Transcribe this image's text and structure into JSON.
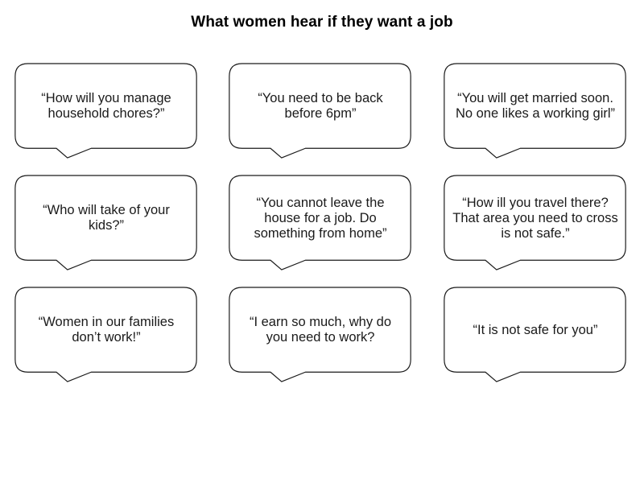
{
  "title": "What women hear if they want a job",
  "bubbles": [
    {
      "text": "“How will you manage household chores?”"
    },
    {
      "text": "“You need to be back before 6pm”"
    },
    {
      "text": "“You will get married soon. No one likes a working girl”"
    },
    {
      "text": "“Who will take of your kids?”"
    },
    {
      "text": "“You cannot leave the house for a job. Do something from home”"
    },
    {
      "text": "“How ill you travel there? That area you need to cross is not safe.”"
    },
    {
      "text": "“Women in our families don’t work!”"
    },
    {
      "text": "“I earn so much, why do you need to work?"
    },
    {
      "text": "“It is not safe for you”"
    }
  ]
}
